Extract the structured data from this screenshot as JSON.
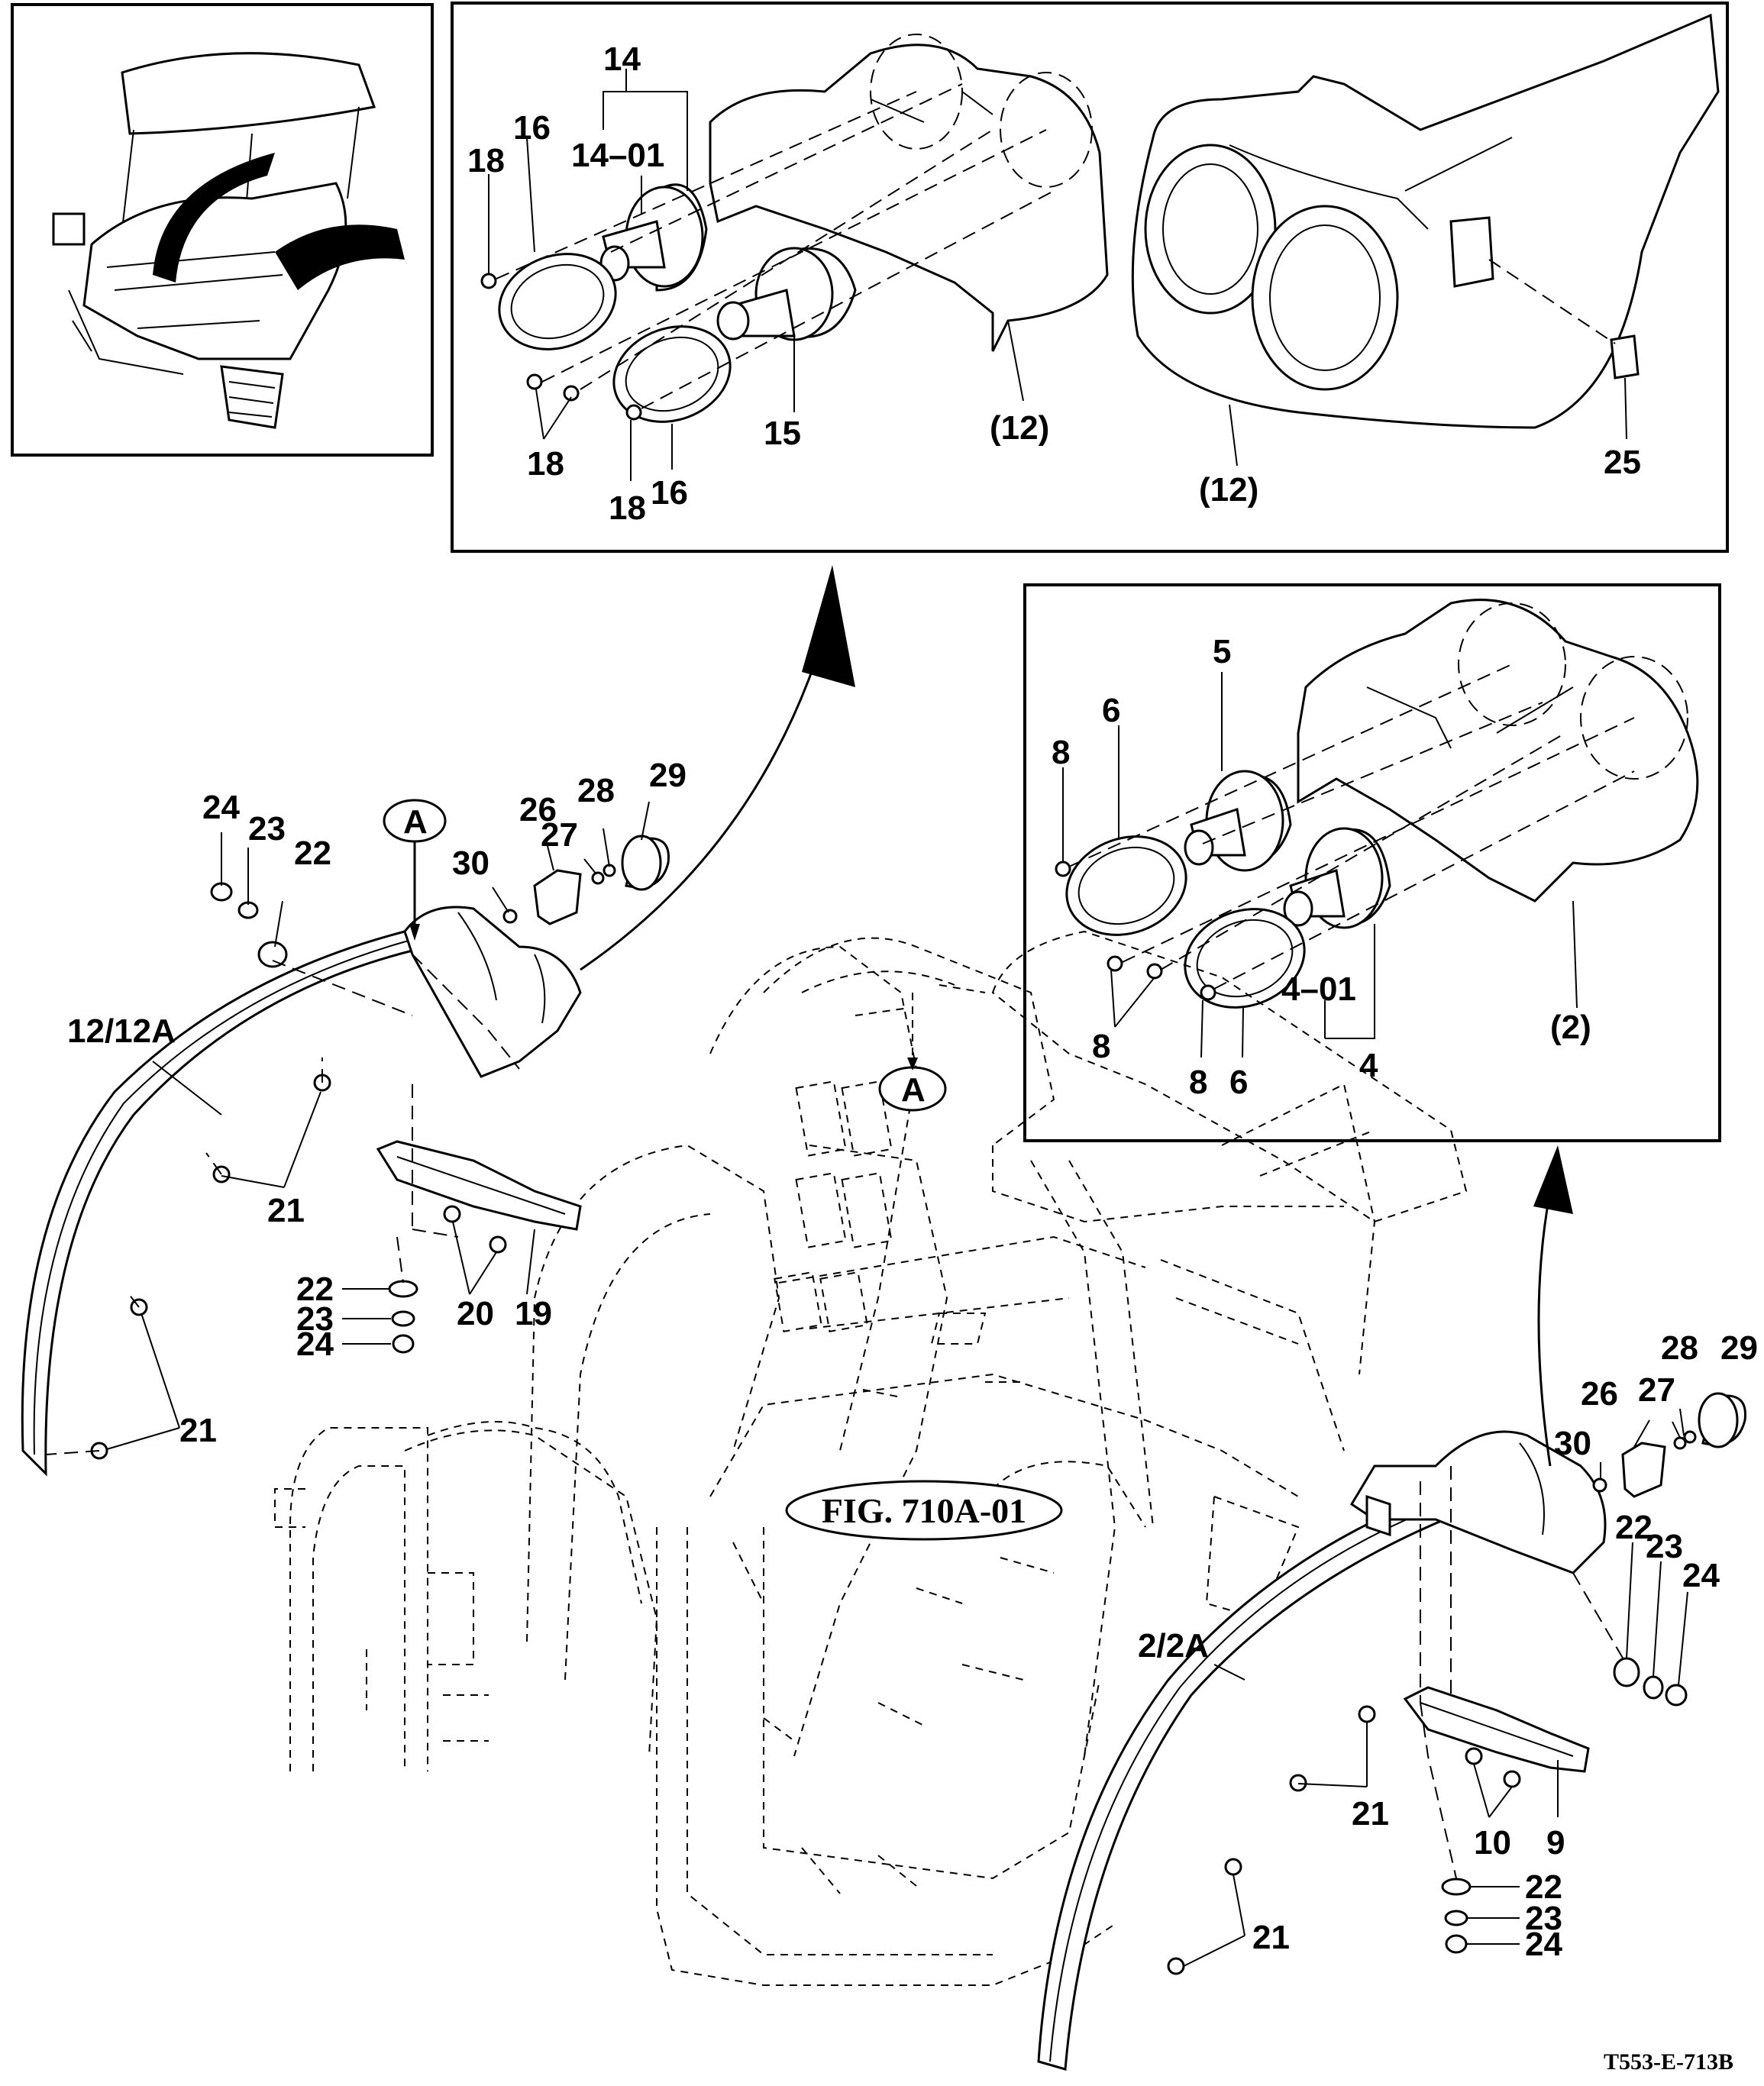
{
  "figure_ref": "FIG. 710A-01",
  "drawing_code": "T553-E-713B",
  "view_marker": "A",
  "callouts": {
    "inset_rear": {
      "c14": "14",
      "c14_01": "14–01",
      "c16a": "16",
      "c18a": "18",
      "c18b": "18",
      "c15": "15",
      "c18c": "18",
      "c16b": "16",
      "c12a": "(12)",
      "c12b": "(12)",
      "c25": "25"
    },
    "inset_right": {
      "c5": "5",
      "c6a": "6",
      "c8a": "8",
      "c8b": "8",
      "c8c": "8",
      "c6b": "6",
      "c4_01": "4–01",
      "c4": "4",
      "c2": "(2)"
    },
    "left_fender": {
      "c24": "24",
      "c23": "23",
      "c22": "22",
      "c30": "30",
      "c26": "26",
      "c27": "27",
      "c28": "28",
      "c29": "29",
      "c12_12a": "12/12A",
      "c21a": "21",
      "c20": "20",
      "c19": "19",
      "c22b": "22",
      "c23b": "23",
      "c24b": "24",
      "c21b": "21"
    },
    "right_fender": {
      "c28": "28",
      "c29": "29",
      "c26": "26",
      "c27": "27",
      "c30": "30",
      "c22": "22",
      "c23": "23",
      "c24": "24",
      "c2_2a": "2/2A",
      "c21a": "21",
      "c10": "10",
      "c9": "9",
      "c22b": "22",
      "c23b": "23",
      "c24b": "24",
      "c21b": "21"
    }
  }
}
